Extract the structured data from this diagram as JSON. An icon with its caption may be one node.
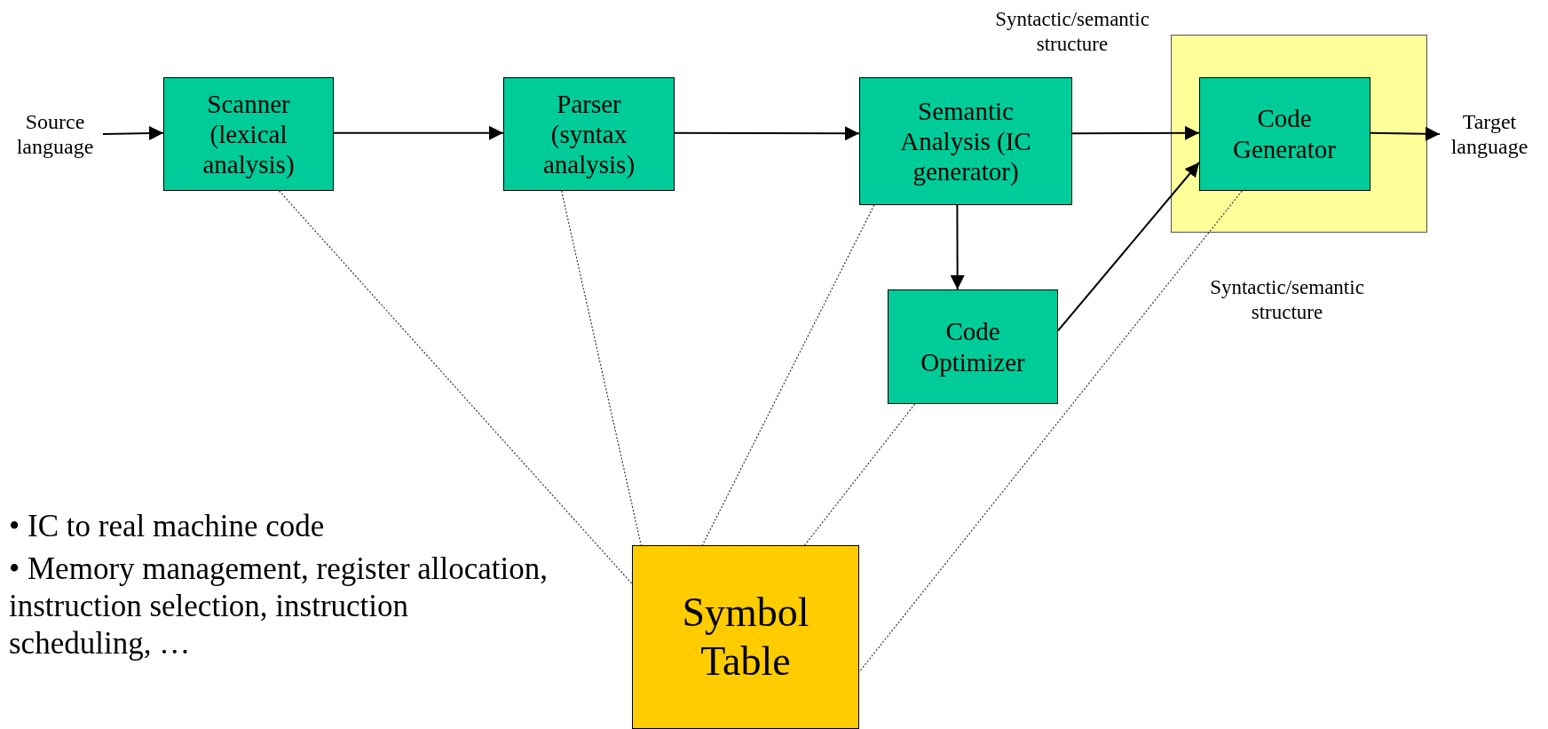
{
  "diagram": {
    "nodes": [
      {
        "text": [
          "Source language"
        ]
      },
      {
        "text": [
          "Scanner (lexical analysis)"
        ]
      },
      {
        "text": [
          "Parser (syntax analysis)"
        ]
      },
      {
        "text": [
          "Semantic Analysis (IC generator)"
        ]
      },
      {
        "text": [],
        "shape": "box"
      },
      {
        "text": [
          "Code Generator"
        ],
        "in": 4
      },
      {
        "text": [
          "Target language"
        ]
      },
      {
        "text": [
          "Code Optimizer"
        ]
      },
      {
        "text": [
          "Symbol Table"
        ]
      }
    ],
    "edges": [
      {
        "from": 0,
        "to": 1,
        "arrow": "to"
      },
      {
        "from": 1,
        "to": 2,
        "arrow": "to"
      },
      {
        "from": 2,
        "to": 3,
        "arrow": "to"
      },
      {
        "from": 3,
        "to": 5,
        "arrow": "to"
      },
      {
        "from": 5,
        "to": 6,
        "arrow": "to"
      },
      {
        "from": 3,
        "to": 7,
        "arrow": "to"
      },
      {
        "from": 7,
        "to": 5,
        "arrow": "to"
      },
      {
        "from": 1,
        "to": 8,
        "arrow": "none",
        "style": "dashed"
      },
      {
        "from": 2,
        "to": 8,
        "arrow": "none",
        "style": "dashed"
      },
      {
        "from": 3,
        "to": 8,
        "arrow": "none",
        "style": "dashed"
      },
      {
        "from": 7,
        "to": 8,
        "arrow": "none",
        "style": "dashed"
      },
      {
        "from": 5,
        "to": 8,
        "arrow": "none",
        "style": "dashed"
      }
    ],
    "labels": [
      "Syntactic/semantic structure",
      "Syntactic/semantic structure",
      "• IC to real machine code",
      "• Memory management, register allocation, instruction selection, instruction scheduling, …"
    ]
  }
}
